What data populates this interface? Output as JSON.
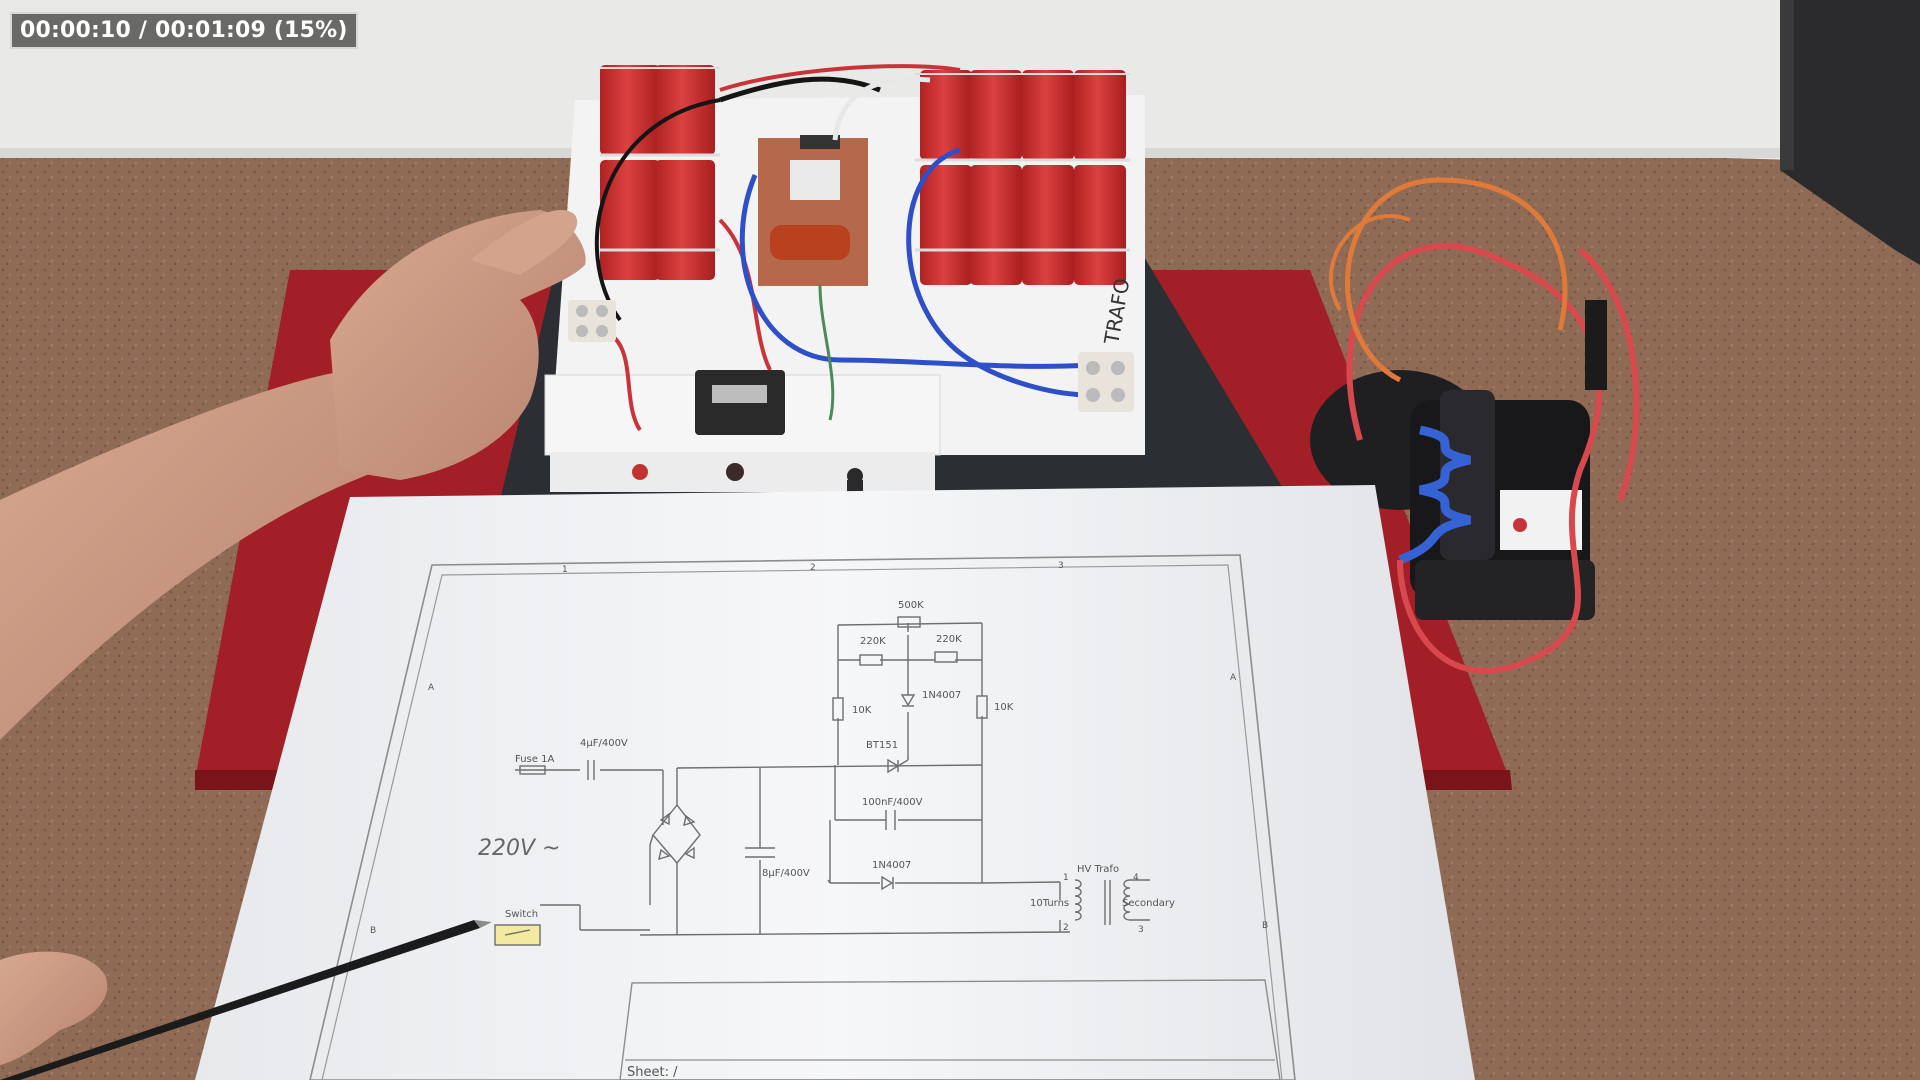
{
  "player": {
    "timestamp": "00:00:10 / 00:01:09 (15%)",
    "progress_percent": 15
  },
  "board": {
    "trafo_label": "TRAFO"
  },
  "schematic": {
    "title_block_sheet": "Sheet: /",
    "border_numbers": [
      "1",
      "2",
      "3"
    ],
    "border_letters": [
      "A",
      "B"
    ],
    "input_voltage": "220V ~",
    "labels": {
      "fuse": "Fuse 1A",
      "cap_input": "4µF/400V",
      "cap_filter": "8µF/400V",
      "pot": "500K",
      "res_220k_left": "220K",
      "res_220k_right": "220K",
      "res_10k_left": "10K",
      "res_10k_right": "10K",
      "diode_top": "1N4007",
      "scr": "BT151",
      "cap_100nf": "100nF/400V",
      "diode_bottom": "1N4007",
      "hv_trafo": "HV Trafo",
      "primary_turns": "10Turns",
      "secondary": "Secondary",
      "switch": "Switch",
      "pin_1": "1",
      "pin_2": "2",
      "pin_3": "3",
      "pin_4": "4"
    }
  },
  "colors": {
    "carpet": "#8d6a55",
    "wall": "#e9e9e7",
    "capacitor_red": "#c92f2f",
    "pcb": "#b5694a",
    "paper": "#f2f3f5",
    "wire_blue": "#2e4fc7",
    "wire_red": "#d8494e",
    "wire_orange": "#e07a3a"
  }
}
